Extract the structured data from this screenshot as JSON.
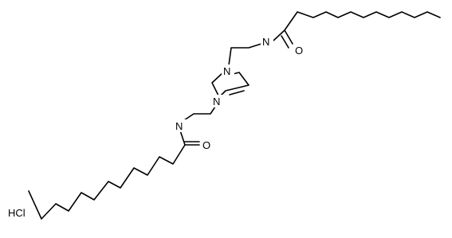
{
  "molecule": {
    "atoms": {
      "n_amide_top": "N",
      "o_amide_top": "O",
      "n_ring_top": "N",
      "n_ring_bottom": "N",
      "n_amide_bottom": "N",
      "o_amide_bottom": "O",
      "salt": "HCl"
    },
    "colors": {
      "bond": "#000000",
      "label": "#000000",
      "background": "#ffffff"
    }
  }
}
